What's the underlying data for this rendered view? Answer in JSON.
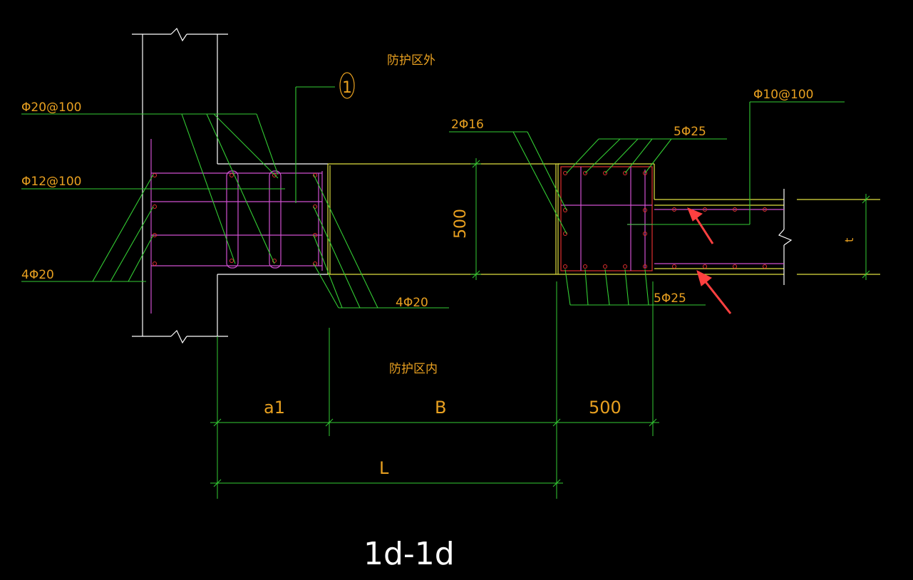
{
  "drawing": {
    "title": "1d-1d",
    "zone_outside": "防护区外",
    "zone_inside": "防护区内",
    "callout_number": "1",
    "labels": {
      "left_stirrup": "Φ20@100",
      "left_tie": "Φ12@100",
      "left_bars": "4Φ20",
      "center_bars": "4Φ20",
      "top_bars_right": "2Φ16",
      "right_top_main": "5Φ25",
      "right_bottom_main": "5Φ25",
      "slab_bar": "Φ10@100",
      "beam_depth": "500",
      "slab_thickness": "t"
    },
    "dimensions": {
      "a1": "a1",
      "B": "B",
      "w500": "500",
      "L": "L"
    }
  },
  "colors": {
    "background": "#000000",
    "line_green": "#33cc33",
    "line_yellow": "#e0e040",
    "line_white": "#ffffff",
    "rebar_magenta": "#d050d0",
    "rebar_red": "#e03030",
    "text_orange": "#e8a020",
    "arrow_red": "#ff4040"
  }
}
